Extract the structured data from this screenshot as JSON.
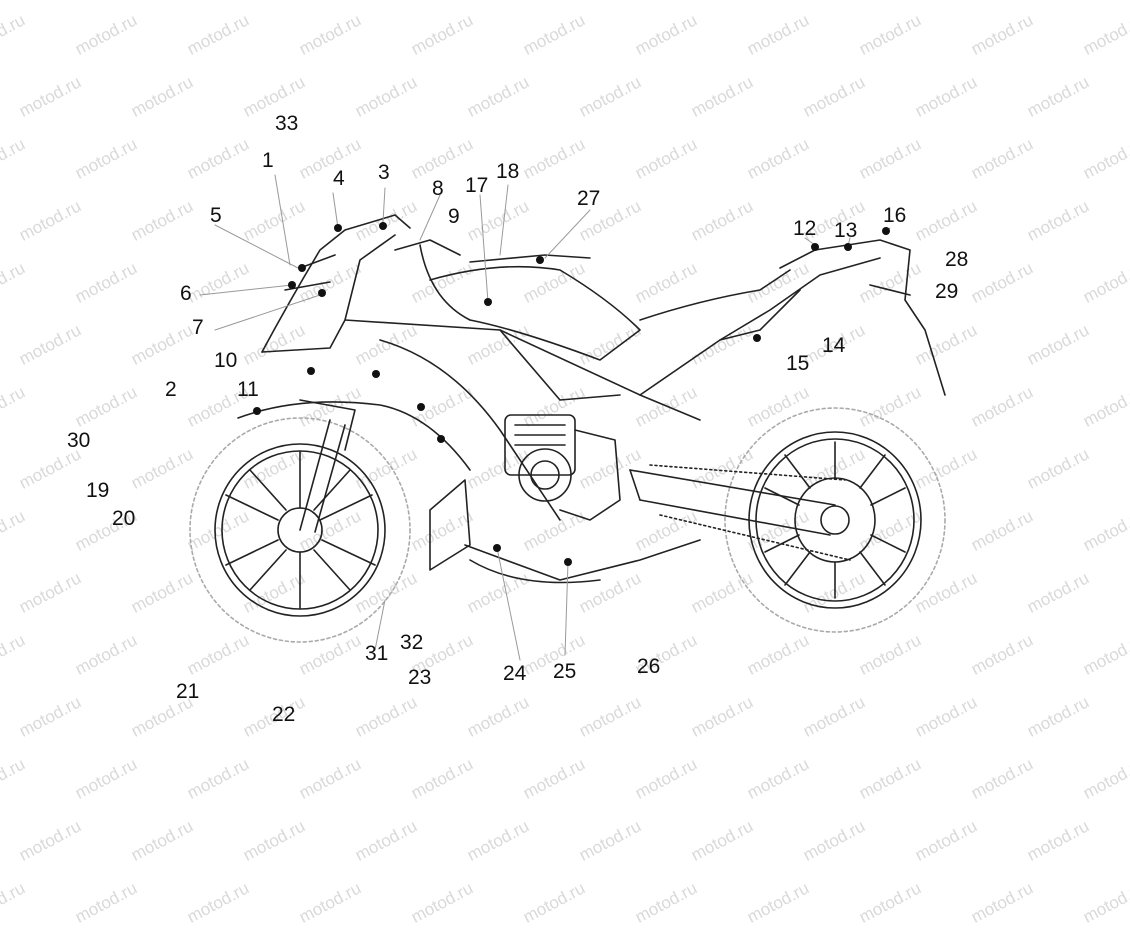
{
  "watermark": {
    "text": "motod.ru"
  },
  "diagram": {
    "part_labels": [
      "33",
      "1",
      "4",
      "3",
      "8",
      "17",
      "18",
      "27",
      "5",
      "9",
      "12",
      "13",
      "16",
      "28",
      "29",
      "6",
      "7",
      "14",
      "15",
      "10",
      "2",
      "11",
      "30",
      "19",
      "20",
      "31",
      "32",
      "23",
      "24",
      "25",
      "26",
      "21",
      "22"
    ]
  }
}
